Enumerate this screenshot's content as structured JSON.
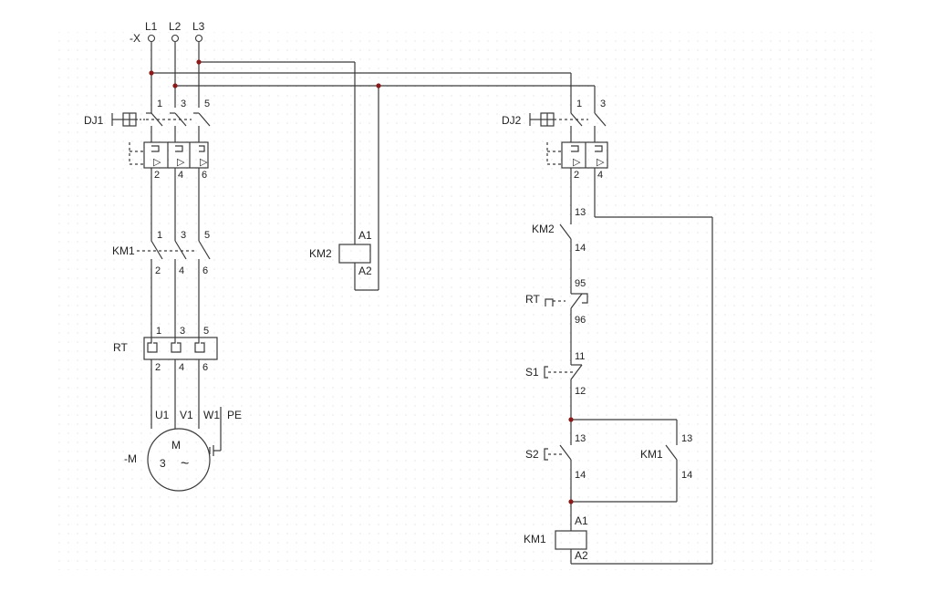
{
  "terminals": {
    "strip": "-X",
    "l1": "L1",
    "l2": "L2",
    "l3": "L3"
  },
  "main_circuit": {
    "breaker": "DJ1",
    "breaker_pins": [
      "1",
      "3",
      "5",
      "2",
      "4",
      "6"
    ],
    "contactor": "KM1",
    "contactor_pins": [
      "1",
      "3",
      "5",
      "2",
      "4",
      "6"
    ],
    "thermal_relay": "RT",
    "thermal_pins": [
      "1",
      "3",
      "5",
      "2",
      "4",
      "6"
    ],
    "motor": "-M",
    "motor_letter": "M",
    "motor_phases": "3",
    "motor_ac": "~",
    "motor_terminals": [
      "U1",
      "V1",
      "W1",
      "PE"
    ]
  },
  "middle": {
    "coil": "KM2",
    "a1": "A1",
    "a2": "A2"
  },
  "control_circuit": {
    "breaker": "DJ2",
    "breaker_pins": [
      "1",
      "3",
      "2",
      "4"
    ],
    "km2_contact": "KM2",
    "km2_pins": [
      "13",
      "14"
    ],
    "rt_contact": "RT",
    "rt_pins": [
      "95",
      "96"
    ],
    "s1": "S1",
    "s1_pins": [
      "11",
      "12"
    ],
    "s2": "S2",
    "s2_pins": [
      "13",
      "14"
    ],
    "km1_aux": "KM1",
    "km1_aux_pins": [
      "13",
      "14"
    ],
    "km1_coil": "KM1",
    "coil_pins": [
      "A1",
      "A2"
    ]
  },
  "colors": {
    "wire": "#3a3a3a",
    "junction": "#8b1a1a",
    "grid": "#d9d9d9"
  }
}
